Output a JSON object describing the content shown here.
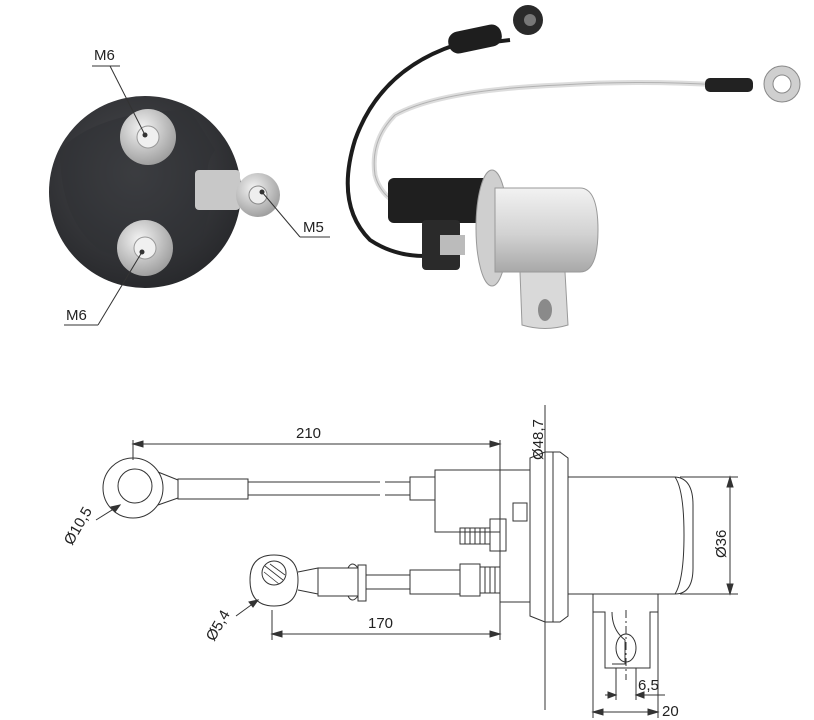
{
  "labels": {
    "terminal_top": "M6",
    "terminal_bottom": "M6",
    "terminal_small": "M5"
  },
  "dimensions": {
    "cable_length_long": "210",
    "cable_length_short": "170",
    "flange_diameter": "Ø48,7",
    "body_diameter": "Ø36",
    "ring_eye_diameter": "Ø10,5",
    "small_eye_diameter": "Ø5,4",
    "bracket_hole": "6,5",
    "bracket_width": "20"
  },
  "colors": {
    "cap_dark": "#3a3b3e",
    "metal": "#d8d8d8",
    "line": "#333333"
  }
}
